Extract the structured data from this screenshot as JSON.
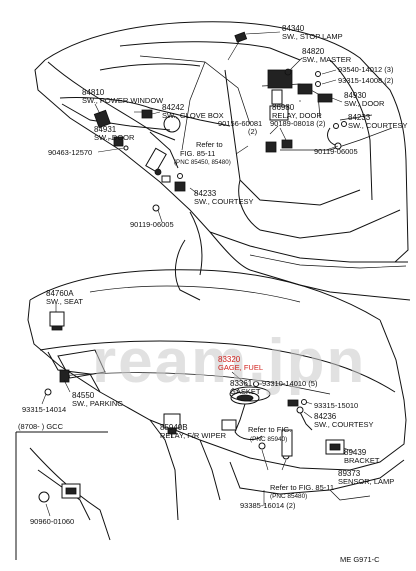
{
  "top_labels": [
    {
      "id": "84340",
      "lines": [
        "84340",
        "SW., STOP LAMP"
      ]
    },
    {
      "id": "84820",
      "lines": [
        "84820",
        "SW., MASTER"
      ]
    },
    {
      "id": "93540",
      "lines": [
        "93540-14012 (3)"
      ]
    },
    {
      "id": "93315a",
      "lines": [
        "93315-14008 (2)"
      ]
    },
    {
      "id": "84930",
      "lines": [
        "84930",
        "SW., DOOR"
      ]
    },
    {
      "id": "84810",
      "lines": [
        "84810",
        "SW., POWER WINDOW"
      ]
    },
    {
      "id": "84242",
      "lines": [
        "84242",
        "SW., GLOVE BOX"
      ]
    },
    {
      "id": "84931",
      "lines": [
        "84931",
        "SW., DOOR"
      ]
    },
    {
      "id": "90463",
      "lines": [
        "90463-12570"
      ]
    },
    {
      "id": "86980",
      "lines": [
        "86980",
        "RELAY, DOOR"
      ]
    },
    {
      "id": "90189",
      "lines": [
        "90189-08018 (2)"
      ]
    },
    {
      "id": "84233a",
      "lines": [
        "84233",
        "SW., COURTESY"
      ]
    },
    {
      "id": "90156",
      "lines": [
        "90156-60081",
        "(2)"
      ]
    },
    {
      "id": "90119a",
      "lines": [
        "90119-06005"
      ]
    },
    {
      "id": "refer1",
      "lines": [
        "Refer to",
        "FIG. 85-11",
        "(PNC 85450, 85480)"
      ]
    },
    {
      "id": "84233b",
      "lines": [
        "84233",
        "SW., COURTESY"
      ]
    },
    {
      "id": "90119b",
      "lines": [
        "90119-06005"
      ]
    }
  ],
  "bottom_labels": [
    {
      "id": "84760",
      "lines": [
        "84760A",
        "SW., SEAT"
      ]
    },
    {
      "id": "83320",
      "lines": [
        "83320",
        "GAGE, FUEL"
      ]
    },
    {
      "id": "83361",
      "lines": [
        "83361",
        "GASKET"
      ]
    },
    {
      "id": "93310",
      "lines": [
        "93310-14010 (5)"
      ]
    },
    {
      "id": "84550",
      "lines": [
        "84550",
        "SW., PARKING"
      ]
    },
    {
      "id": "93315b",
      "lines": [
        "93315-14014"
      ]
    },
    {
      "id": "93315c",
      "lines": [
        "93315-15010"
      ]
    },
    {
      "id": "84236",
      "lines": [
        "84236",
        "SW., COURTESY"
      ]
    },
    {
      "id": "8708",
      "lines": [
        "(8708-        ) GCC"
      ]
    },
    {
      "id": "85940",
      "lines": [
        "85940B",
        "RELAY, F/R WIPER"
      ]
    },
    {
      "id": "refer2a",
      "lines": [
        "Refer to FIG."
      ]
    },
    {
      "id": "pnc",
      "lines": [
        "(PNC 85940)"
      ]
    },
    {
      "id": "89439",
      "lines": [
        "89439",
        "BRACKET"
      ]
    },
    {
      "id": "89373",
      "lines": [
        "89373",
        "SENSOR, LAMP"
      ]
    },
    {
      "id": "refer2b",
      "lines": [
        "Refer to FIG. 85-11",
        "(PNC 85480)"
      ]
    },
    {
      "id": "93385",
      "lines": [
        "93385-16014 (2)"
      ]
    },
    {
      "id": "90960",
      "lines": [
        "90960-01060"
      ]
    }
  ],
  "footer_code": "ME  G971-C",
  "watermark": "ream.jpn",
  "colors": {
    "ink": "#111111",
    "highlight": "#d0201c",
    "watermark": "#c9c9c9"
  }
}
